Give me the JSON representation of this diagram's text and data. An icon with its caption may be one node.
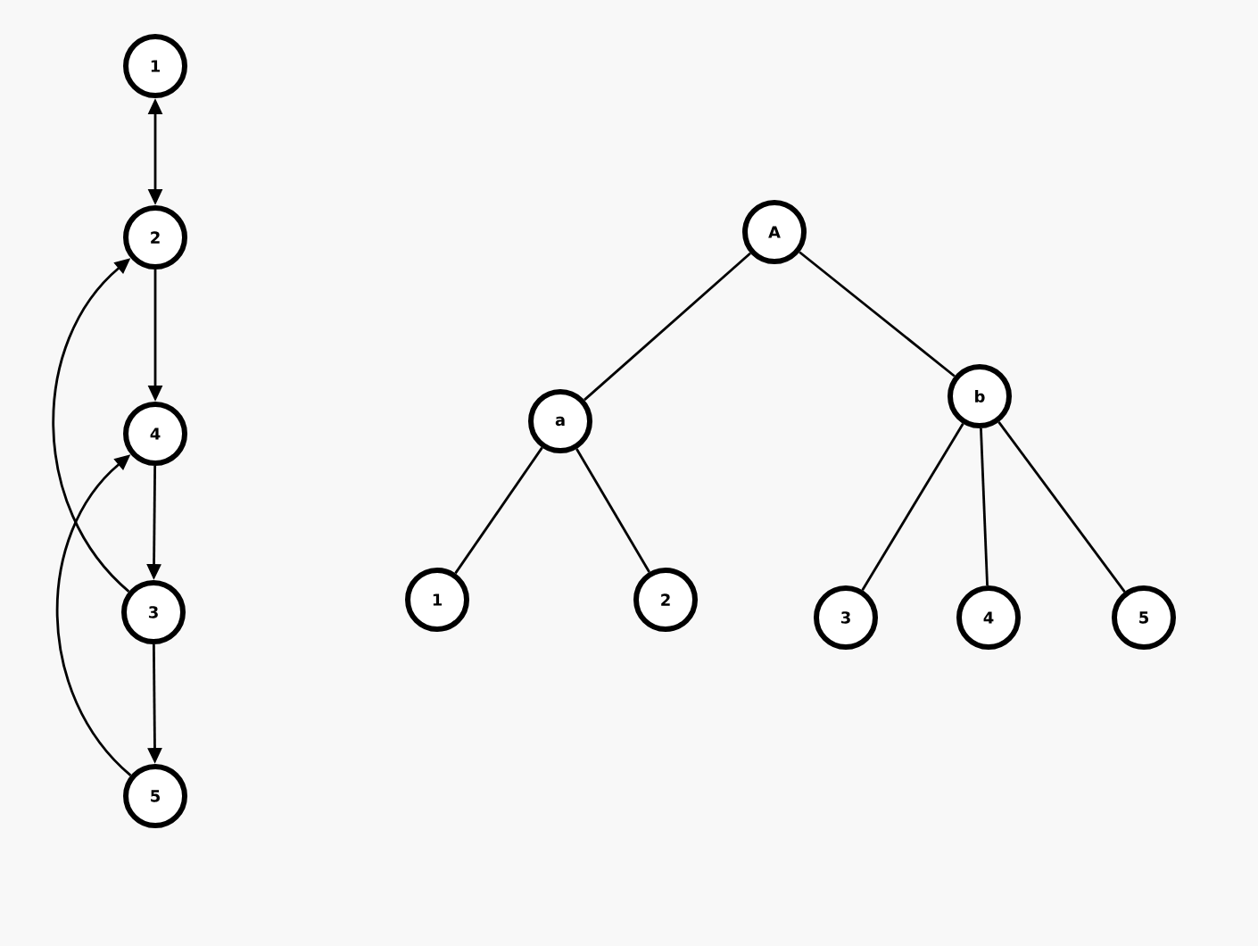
{
  "diagram": {
    "nodes": [
      {
        "text": [
          "1"
        ]
      },
      {
        "text": [
          "2"
        ]
      },
      {
        "text": [
          "4"
        ]
      },
      {
        "text": [
          "3"
        ]
      },
      {
        "text": [
          "5"
        ]
      },
      {
        "text": [
          "A"
        ]
      },
      {
        "text": [
          "a"
        ]
      },
      {
        "text": [
          "b"
        ]
      },
      {
        "text": [
          "1"
        ]
      },
      {
        "text": [
          "2"
        ]
      },
      {
        "text": [
          "3"
        ]
      },
      {
        "text": [
          "4"
        ]
      },
      {
        "text": [
          "5"
        ]
      }
    ],
    "edges": [
      {
        "from": 0,
        "to": 1,
        "arrow": "both"
      },
      {
        "from": 1,
        "to": 2,
        "arrow": "to"
      },
      {
        "from": 2,
        "to": 3,
        "arrow": "to"
      },
      {
        "from": 3,
        "to": 4,
        "arrow": "to"
      },
      {
        "from": 3,
        "to": 1,
        "arrow": "to"
      },
      {
        "from": 4,
        "to": 2,
        "arrow": "to"
      },
      {
        "from": 5,
        "to": 6,
        "arrow": "none"
      },
      {
        "from": 5,
        "to": 7,
        "arrow": "none"
      },
      {
        "from": 6,
        "to": 8,
        "arrow": "none"
      },
      {
        "from": 6,
        "to": 9,
        "arrow": "none"
      },
      {
        "from": 7,
        "to": 10,
        "arrow": "none"
      },
      {
        "from": 7,
        "to": 11,
        "arrow": "none"
      },
      {
        "from": 7,
        "to": 12,
        "arrow": "none"
      }
    ]
  }
}
